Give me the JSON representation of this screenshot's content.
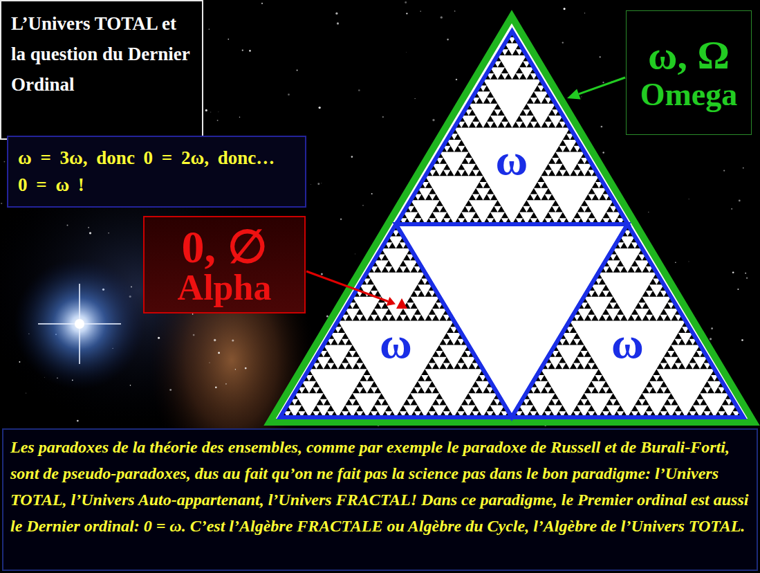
{
  "diagram": {
    "title": "L’Univers TOTAL et la question du Dernier Ordinal",
    "caption": "Les paradoxes de la théorie des ensembles, comme par exemple le paradoxe de Russell et de Burali-Forti, sont de pseudo-paradoxes, dus au fait qu’on ne fait pas la science pas dans le bon paradigme: l’Univers TOTAL, l’Univers Auto-appartenant, l’Univers FRACTAL! Dans ce paradigme, le Premier ordinal est aussi le Dernier ordinal: 0 = ω. C’est l’Algèbre FRACTALE ou Algèbre du Cycle, l’Algèbre de l’Univers TOTAL.",
    "nodes": [
      {
        "text": [
          "ω = 3ω, donc 0 = 2ω, donc… 0 = ω !"
        ]
      },
      {
        "text": [
          "ω, Ω",
          "Omega"
        ]
      },
      {
        "text": [
          "ω"
        ]
      },
      {
        "text": [
          "0, ∅",
          "Alpha"
        ]
      },
      {
        "text": [
          "ω"
        ]
      },
      {
        "text": [
          "ω"
        ]
      }
    ]
  }
}
